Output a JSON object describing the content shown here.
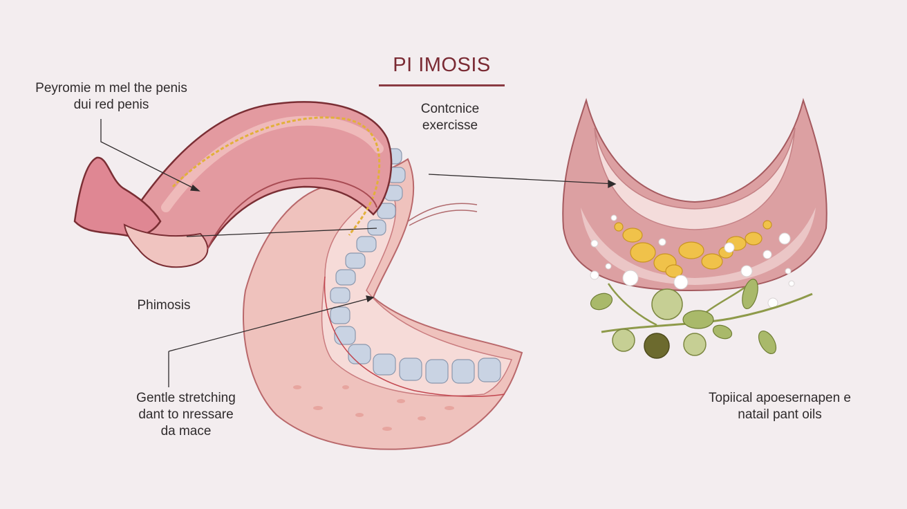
{
  "title": "PI IMOSIS",
  "labels": {
    "peyronie": {
      "line1": "Peyromie m mel the penis",
      "line2": "dui red penis"
    },
    "contracture": {
      "line1": "Contcnice",
      "line2": "exercisse"
    },
    "phimosis": "Phimosis",
    "stretching": {
      "line1": "Gentle stretching",
      "line2": "dant to nressare",
      "line3": "da mace"
    },
    "topical": {
      "line1": "Topiical apoesernapen e",
      "line2": "natail pant oils"
    }
  },
  "colors": {
    "background": "#f3edef",
    "title": "#7a2a33",
    "tissue_dark": "#e08a94",
    "tissue_light": "#f2c9c6",
    "outline": "#7a2e34",
    "vertebra": "#c9d3e3",
    "fat": "#f0c24a",
    "leaf": "#a9b96a"
  }
}
